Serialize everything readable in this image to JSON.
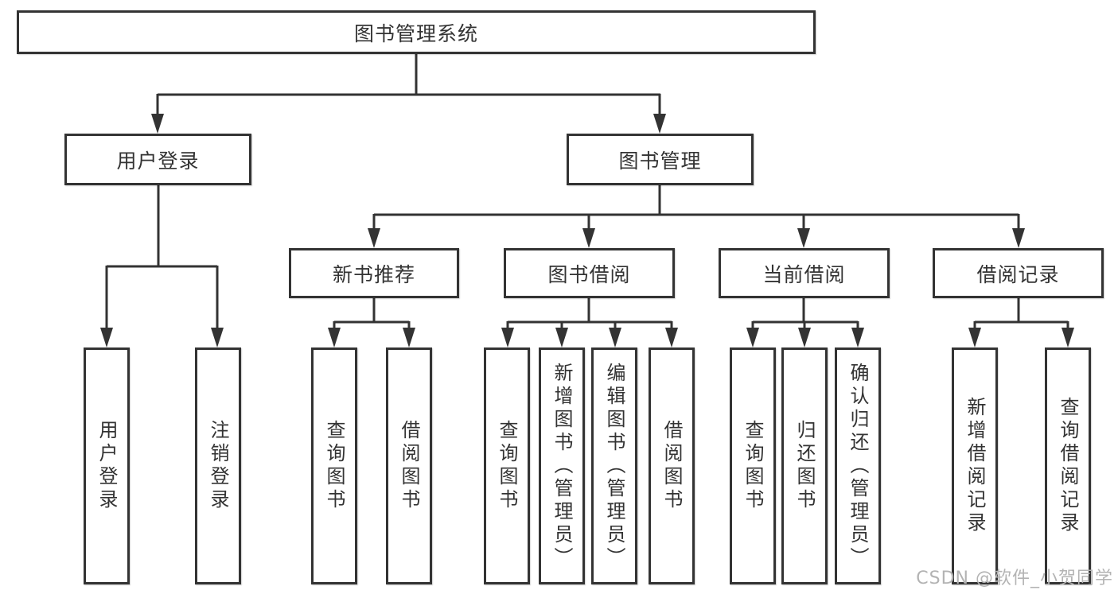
{
  "diagram": {
    "type": "hierarchy-tree",
    "title": "图书管理系统",
    "watermark": "CSDN @软件_小贺同学",
    "colors": {
      "line": "#333333",
      "box_border": "#333333",
      "text": "#333333",
      "background": "#ffffff",
      "watermark": "#b3b3b3"
    },
    "nodes": {
      "root": "图书管理系统",
      "user_login": "用户登录",
      "book_mgmt": "图书管理",
      "new_book_rec": "新书推荐",
      "book_borrow": "图书借阅",
      "current_borrow": "当前借阅",
      "borrow_records": "借阅记录",
      "leaf_user_login": "用户登录",
      "leaf_logout": "注销登录",
      "leaf_nb_query": "查询图书",
      "leaf_nb_borrow": "借阅图书",
      "leaf_bb_query": "查询图书",
      "leaf_bb_add": "新增图书（管理员）",
      "leaf_bb_edit": "编辑图书（管理员）",
      "leaf_bb_borrow": "借阅图书",
      "leaf_cb_query": "查询图书",
      "leaf_cb_return": "归还图书",
      "leaf_cb_confirm": "确认归还（管理员）",
      "leaf_br_add": "新增借阅记录",
      "leaf_br_query": "查询借阅记录"
    },
    "hierarchy": [
      {
        "parent": "图书管理系统",
        "children": [
          "用户登录",
          "图书管理"
        ]
      },
      {
        "parent": "用户登录",
        "children": [
          "用户登录",
          "注销登录"
        ]
      },
      {
        "parent": "图书管理",
        "children": [
          "新书推荐",
          "图书借阅",
          "当前借阅",
          "借阅记录"
        ]
      },
      {
        "parent": "新书推荐",
        "children": [
          "查询图书",
          "借阅图书"
        ]
      },
      {
        "parent": "图书借阅",
        "children": [
          "查询图书",
          "新增图书（管理员）",
          "编辑图书（管理员）",
          "借阅图书"
        ]
      },
      {
        "parent": "当前借阅",
        "children": [
          "查询图书",
          "归还图书",
          "确认归还（管理员）"
        ]
      },
      {
        "parent": "借阅记录",
        "children": [
          "新增借阅记录",
          "查询借阅记录"
        ]
      }
    ]
  }
}
